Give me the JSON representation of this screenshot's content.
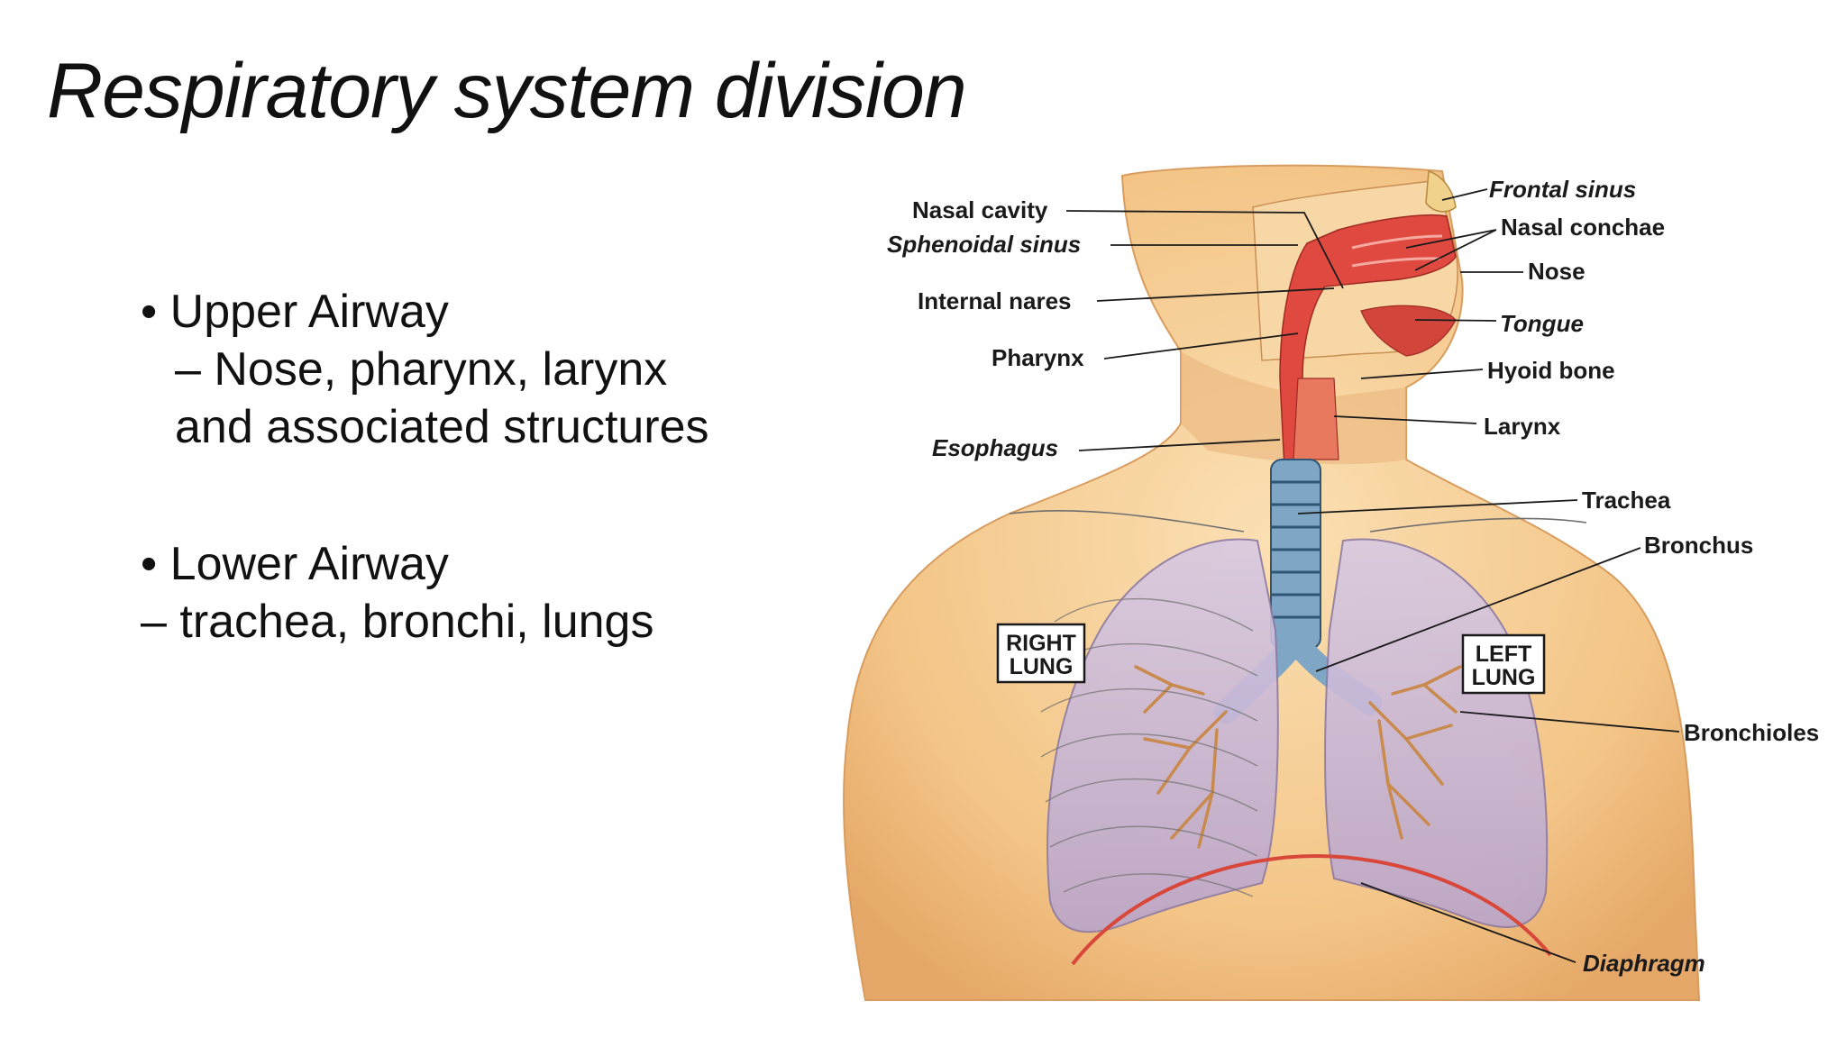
{
  "slide": {
    "title": "Respiratory system division",
    "bullets": {
      "upper_heading": "• Upper Airway",
      "upper_detail_1": "– Nose, pharynx, larynx",
      "upper_detail_2": "and associated structures",
      "lower_heading": "• Lower Airway",
      "lower_detail": "– trachea, bronchi, lungs"
    }
  },
  "diagram": {
    "labels": {
      "nasal_cavity": "Nasal cavity",
      "sphenoidal_sinus": "Sphenoidal sinus",
      "internal_nares": "Internal nares",
      "pharynx": "Pharynx",
      "esophagus": "Esophagus",
      "frontal_sinus": "Frontal sinus",
      "nasal_conchae": "Nasal conchae",
      "nose": "Nose",
      "tongue": "Tongue",
      "hyoid_bone": "Hyoid bone",
      "larynx": "Larynx",
      "trachea": "Trachea",
      "bronchus": "Bronchus",
      "bronchioles": "Bronchioles",
      "diaphragm": "Diaphragm",
      "right_lung_1": "RIGHT",
      "right_lung_2": "LUNG",
      "left_lung_1": "LEFT",
      "left_lung_2": "LUNG"
    },
    "colors": {
      "skin": "#f6cf98",
      "skin_shadow": "#e9b07a",
      "airway": "#e0493f",
      "trachea": "#7fa6c4",
      "lung": "#c9b8d6",
      "bronchiole": "#c98a4e",
      "diaphragm": "#d9463a"
    }
  }
}
